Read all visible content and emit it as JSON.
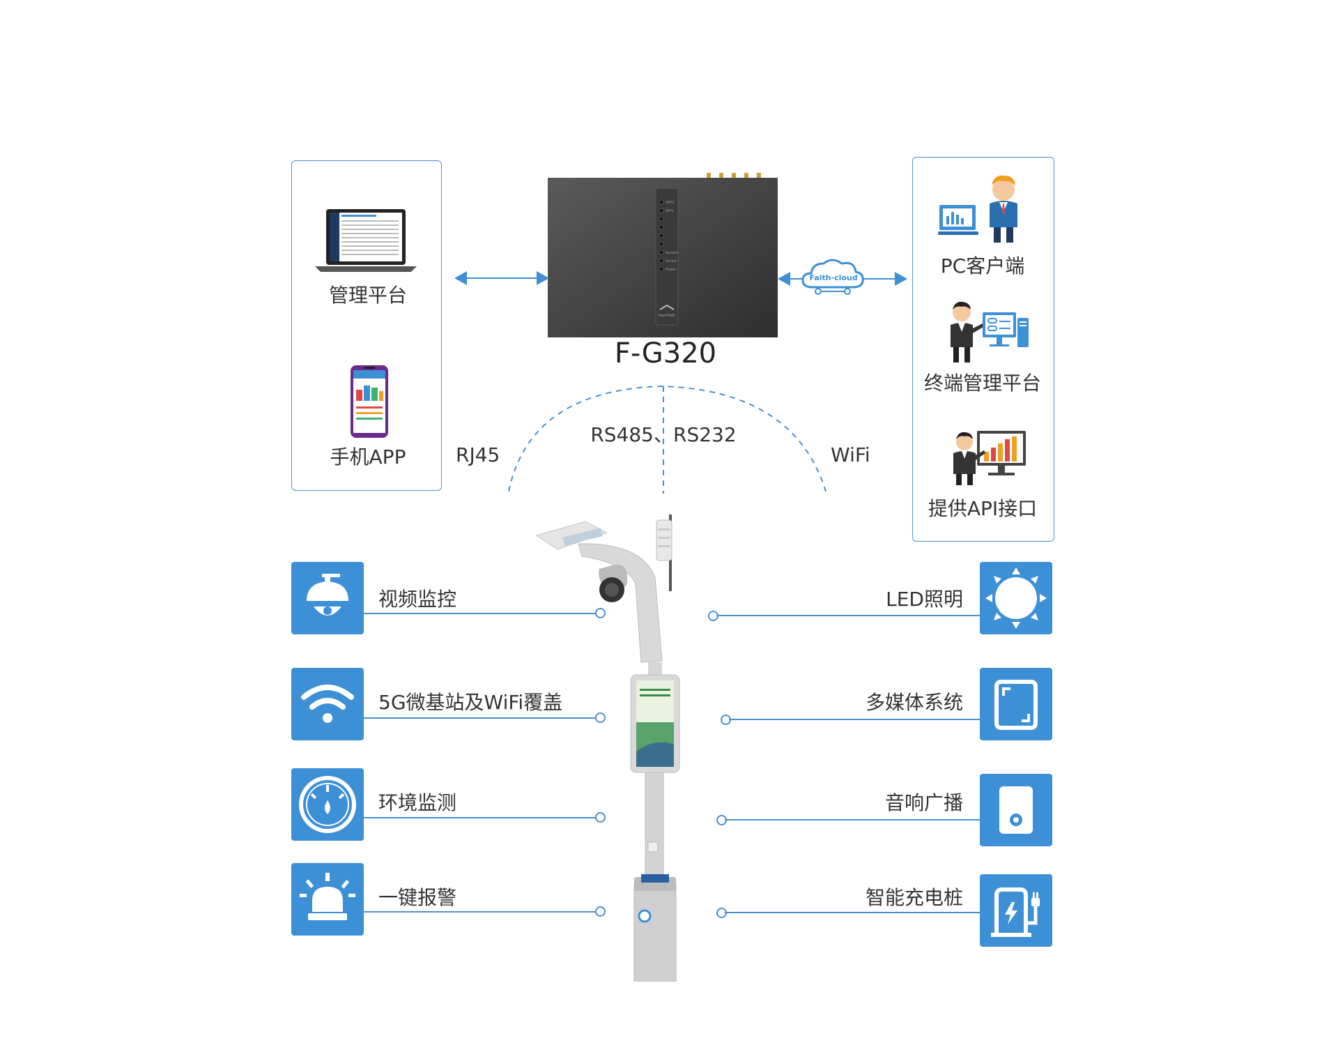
{
  "device": {
    "model": "F-G320",
    "front_leds": [
      "SFP2",
      "SFP1",
      "",
      "",
      "",
      "",
      "System",
      "Online",
      "Power"
    ],
    "brand": "Four-Faith"
  },
  "left_panel": {
    "items": [
      {
        "label": "管理平台",
        "icon": "laptop-icon"
      },
      {
        "label": "手机APP",
        "icon": "smartphone-icon"
      }
    ]
  },
  "right_panel": {
    "items": [
      {
        "label": "PC客户端",
        "icon": "pc-client-person-icon"
      },
      {
        "label": "终端管理平台",
        "icon": "terminal-management-person-icon"
      },
      {
        "label": "提供API接口",
        "icon": "api-presenter-icon"
      }
    ]
  },
  "cloud": {
    "label": "Faith-cloud"
  },
  "links": {
    "rj45": "RJ45",
    "serial": "RS485、RS232",
    "wifi": "WiFi"
  },
  "functions_left": [
    {
      "label": "视频监控",
      "icon": "camera-icon"
    },
    {
      "label": "5G微基站及WiFi覆盖",
      "icon": "wifi-icon"
    },
    {
      "label": "环境监测",
      "icon": "gauge-icon"
    },
    {
      "label": "一键报警",
      "icon": "alarm-icon"
    }
  ],
  "functions_right": [
    {
      "label": "LED照明",
      "icon": "sun-icon"
    },
    {
      "label": "多媒体系统",
      "icon": "screen-icon"
    },
    {
      "label": "音响广播",
      "icon": "speaker-icon"
    },
    {
      "label": "智能充电桩",
      "icon": "charger-icon"
    }
  ],
  "colors": {
    "accent": "#3d8fd6",
    "line": "#4a90d0"
  }
}
